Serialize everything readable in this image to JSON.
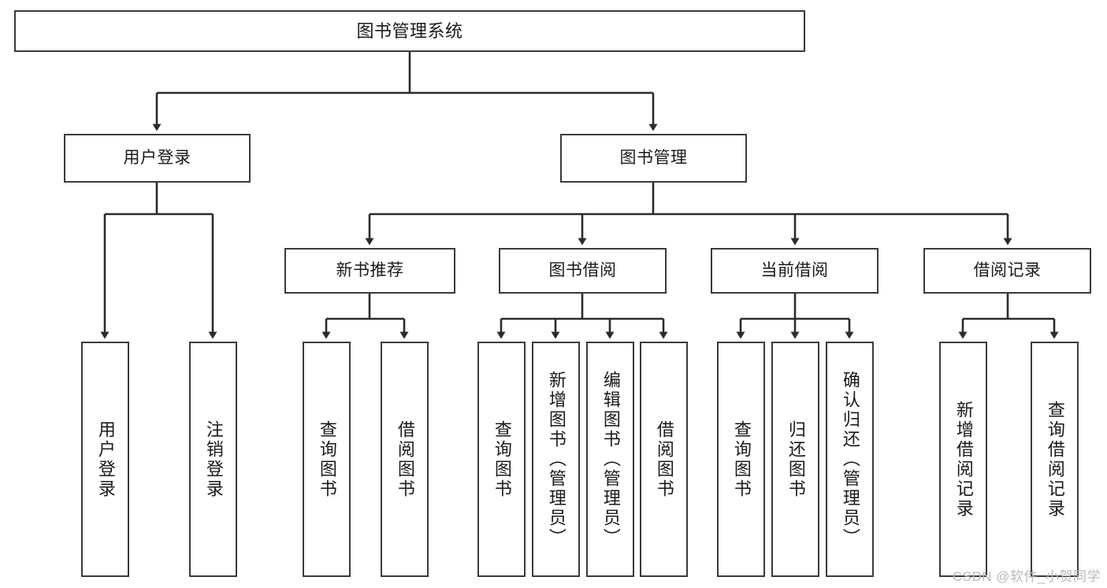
{
  "diagram": {
    "title": "图书管理系统",
    "type": "tree-hierarchy-diagram",
    "colors": {
      "box_border": "#3a3a3a",
      "box_fill": "#ffffff",
      "connector": "#2b2b2b",
      "text": "#1a1a1a",
      "watermark": "#b9b9b9"
    },
    "root": {
      "label": "图书管理系统"
    },
    "level2": [
      {
        "label": "用户登录"
      },
      {
        "label": "图书管理"
      }
    ],
    "level3": [
      {
        "label": "新书推荐"
      },
      {
        "label": "图书借阅"
      },
      {
        "label": "当前借阅"
      },
      {
        "label": "借阅记录"
      }
    ],
    "leaves": {
      "user_login": [
        {
          "label": "用户登录"
        },
        {
          "label": "注销登录"
        }
      ],
      "new_book_recommend": [
        {
          "label": "查询图书"
        },
        {
          "label": "借阅图书"
        }
      ],
      "book_borrow": [
        {
          "label": "查询图书"
        },
        {
          "label": "新增图书（管理员）"
        },
        {
          "label": "编辑图书（管理员）"
        },
        {
          "label": "借阅图书"
        }
      ],
      "current_borrow": [
        {
          "label": "查询图书"
        },
        {
          "label": "归还图书"
        },
        {
          "label": "确认归还（管理员）"
        }
      ],
      "borrow_records": [
        {
          "label": "新增借阅记录"
        },
        {
          "label": "查询借阅记录"
        }
      ]
    },
    "watermark": "CSDN @软件_小贺同学"
  }
}
